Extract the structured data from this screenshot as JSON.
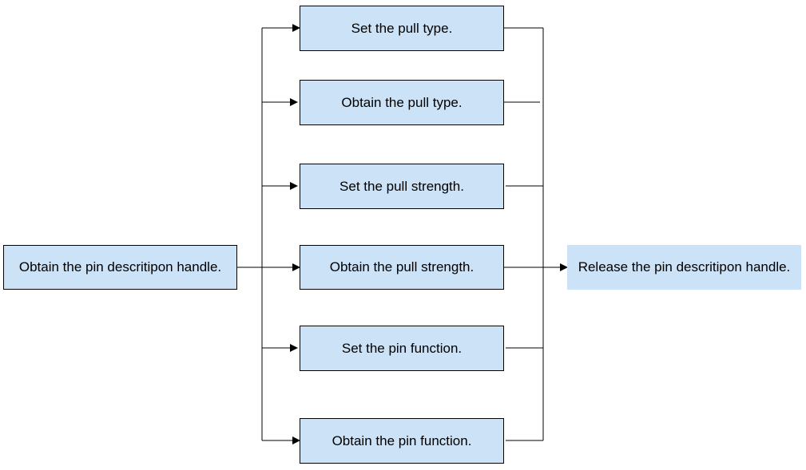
{
  "colors": {
    "box_fill": "#cce2f7",
    "line": "#000000",
    "text": "#000000"
  },
  "start": {
    "label": "Obtain the pin descritipon handle."
  },
  "steps": [
    {
      "label": "Set the pull type."
    },
    {
      "label": "Obtain the pull type."
    },
    {
      "label": "Set the pull strength."
    },
    {
      "label": "Obtain the pull strength."
    },
    {
      "label": "Set the pin function."
    },
    {
      "label": "Obtain the pin function."
    }
  ],
  "end": {
    "label": "Release the pin descritipon handle."
  }
}
